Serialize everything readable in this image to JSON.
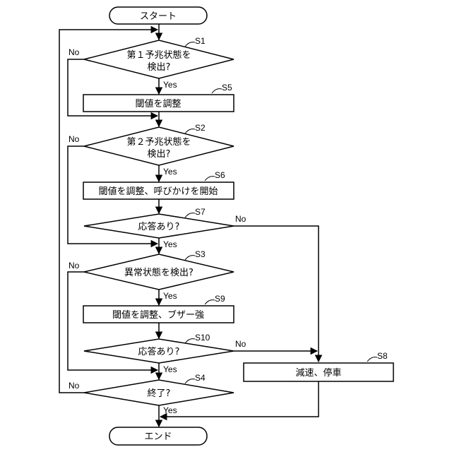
{
  "terminals": {
    "start": "スタート",
    "end": "エンド"
  },
  "steps": {
    "s1": {
      "id": "S1",
      "line1": "第１予兆状態を",
      "line2": "検出?"
    },
    "s5": {
      "id": "S5",
      "text": "閾値を調整"
    },
    "s2": {
      "id": "S2",
      "line1": "第２予兆状態を",
      "line2": "検出?"
    },
    "s6": {
      "id": "S6",
      "text": "閾値を調整、呼びかけを開始"
    },
    "s7": {
      "id": "S7",
      "text": "応答あり?"
    },
    "s3": {
      "id": "S3",
      "text": "異常状態を検出?"
    },
    "s9": {
      "id": "S9",
      "text": "閾値を調整、ブザー強"
    },
    "s10": {
      "id": "S10",
      "text": "応答あり?"
    },
    "s8": {
      "id": "S8",
      "text": "減速、停車"
    },
    "s4": {
      "id": "S4",
      "text": "終了?"
    }
  },
  "branches": {
    "yes": "Yes",
    "no": "No"
  }
}
